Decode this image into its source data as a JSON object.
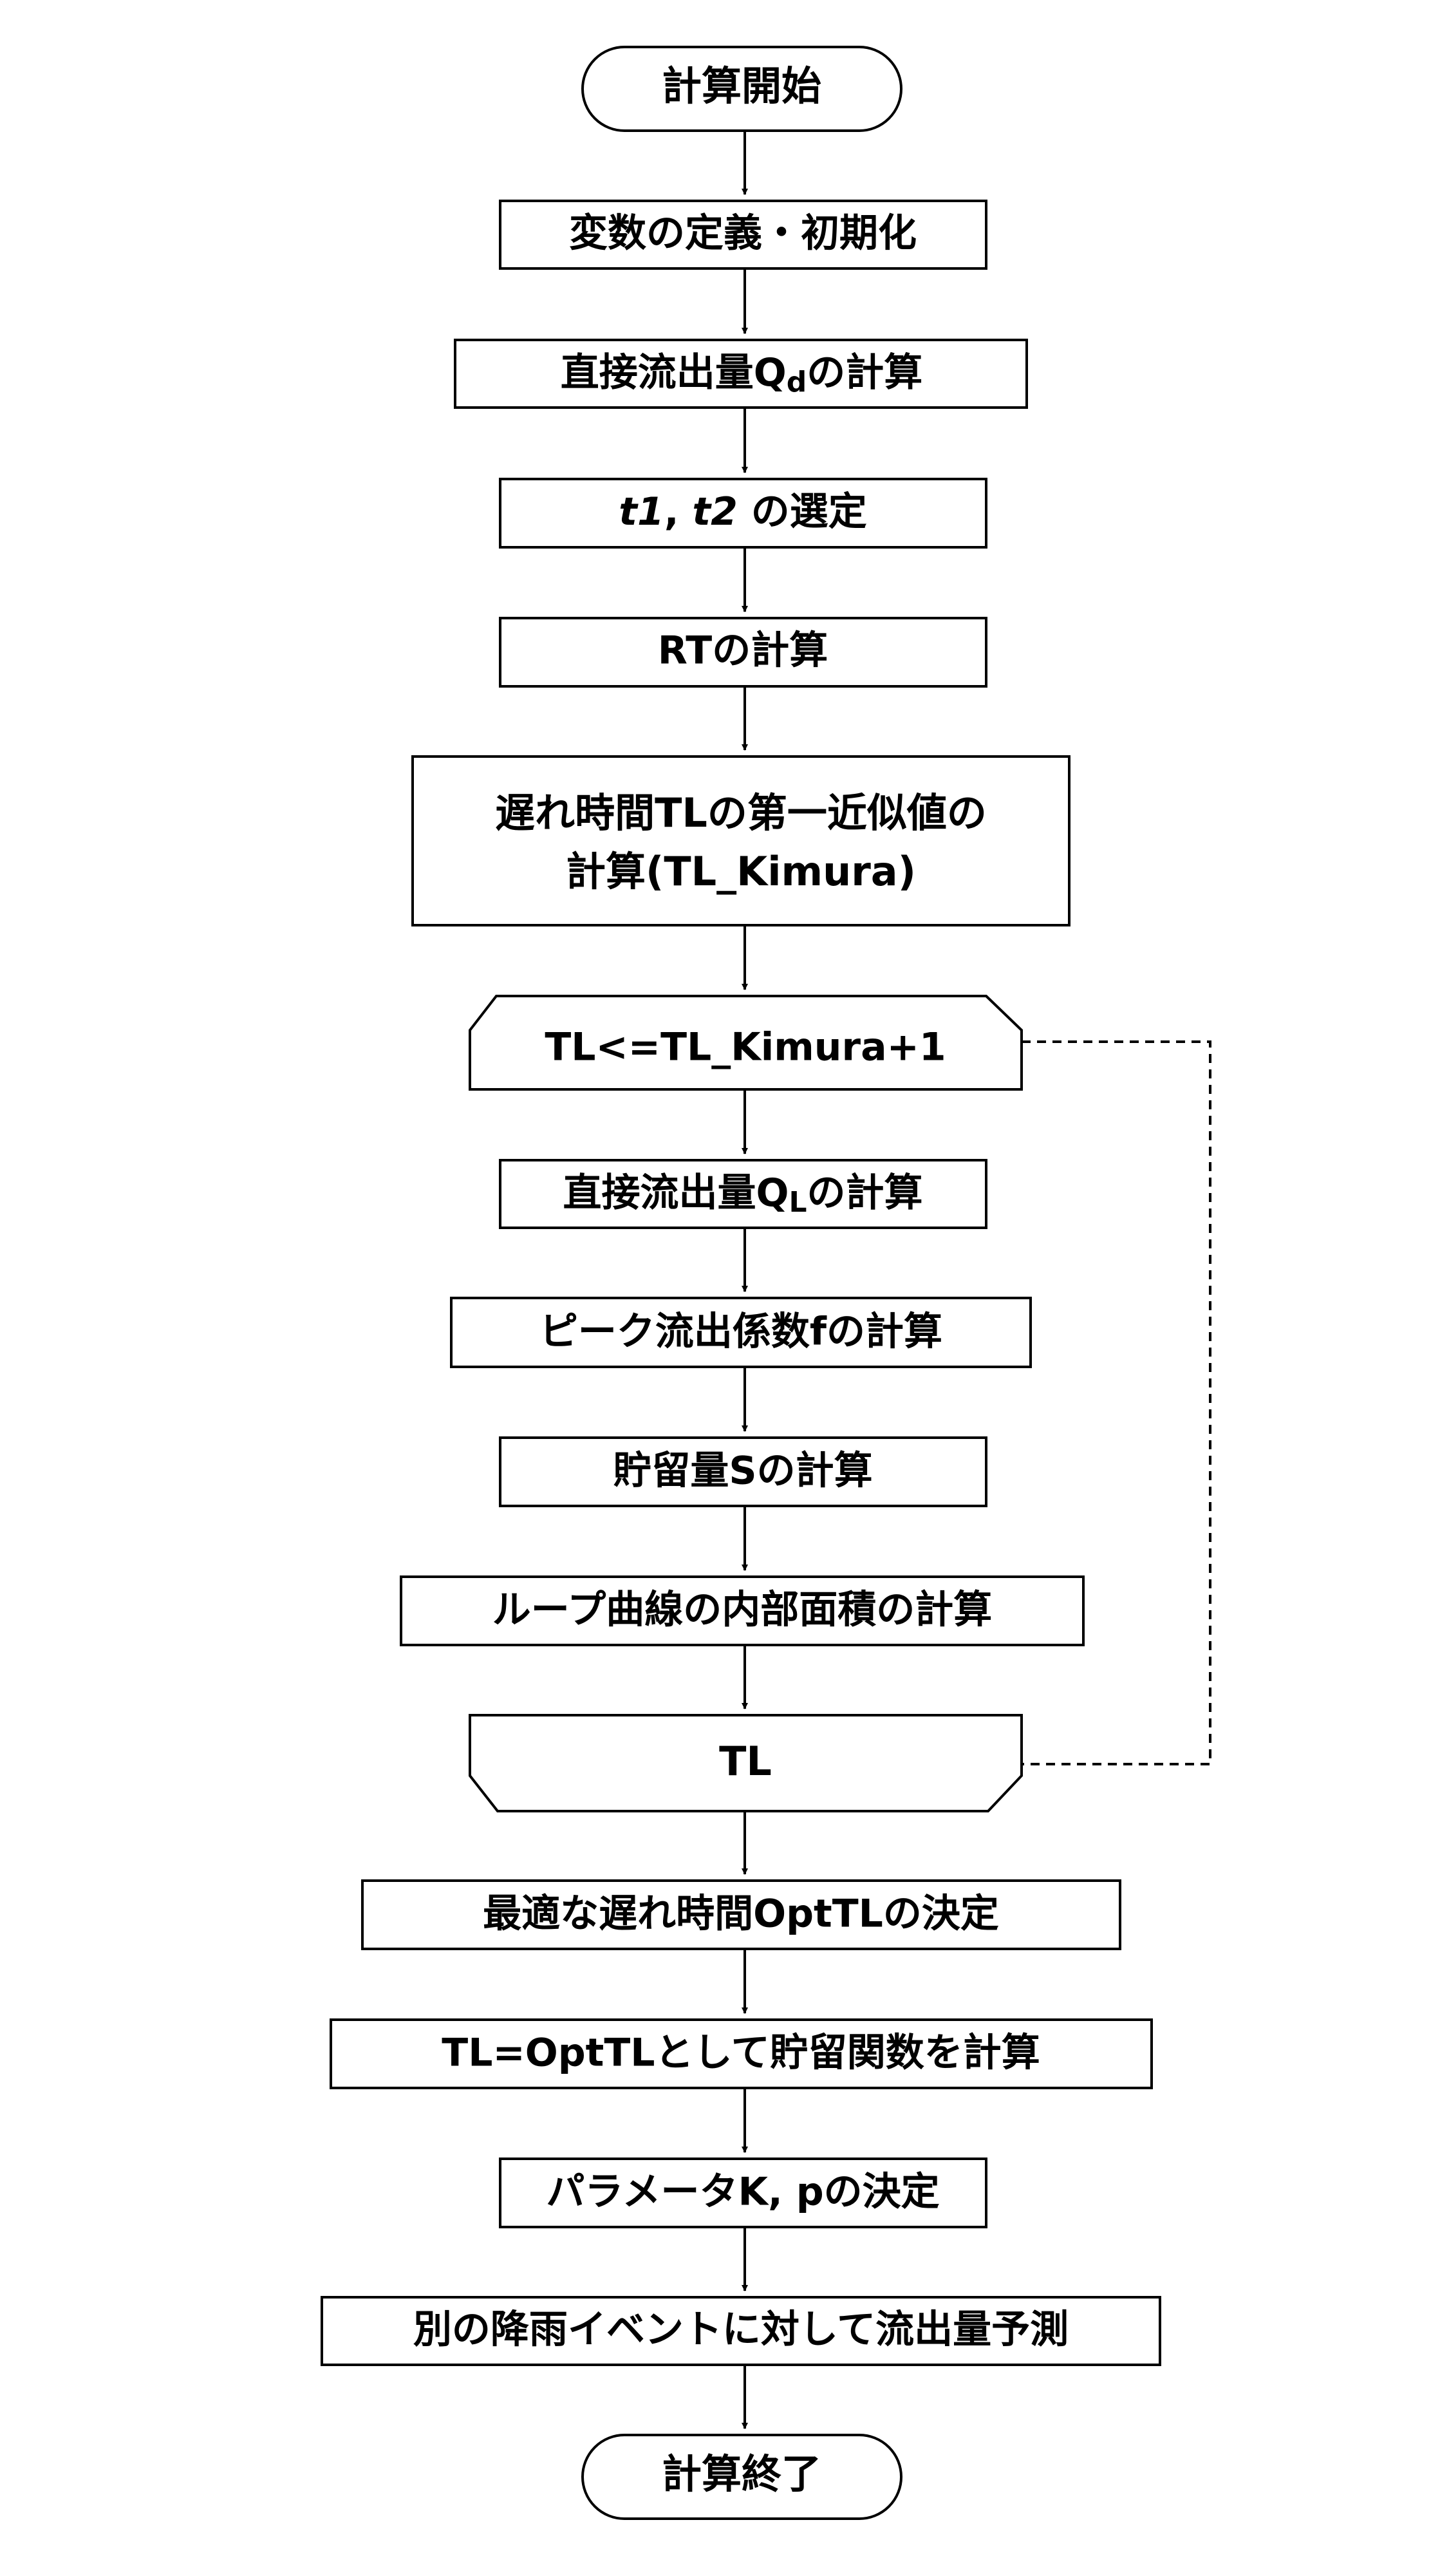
{
  "flowchart": {
    "start": {
      "label": "計算開始"
    },
    "init": {
      "label": "変数の定義・初期化"
    },
    "qd": {
      "label_pre": "直接流出量Q",
      "label_sub": "d",
      "label_post": "の計算"
    },
    "t_select": {
      "t1": "t1",
      "sep": ", ",
      "t2": "t2",
      "post": " の選定"
    },
    "rt": {
      "label": "RTの計算"
    },
    "tl_kimura": {
      "line1": "遅れ時間TLの第一近似値の",
      "line2": "計算(TL_Kimura)"
    },
    "loop_start": {
      "label": "TL<=TL_Kimura+1"
    },
    "ql": {
      "label_pre": "直接流出量Q",
      "label_sub": "L",
      "label_post": "の計算"
    },
    "peak": {
      "label": "ピーク流出係数fの計算"
    },
    "storage": {
      "label": "貯留量Sの計算"
    },
    "loop_area": {
      "label": "ループ曲線の内部面積の計算"
    },
    "loop_end": {
      "label": "TL"
    },
    "opt_tl": {
      "label": "最適な遅れ時間OptTLの決定"
    },
    "storage_func": {
      "label": "TL=OptTLとして貯留関数を計算"
    },
    "params": {
      "label": "パラメータK, pの決定"
    },
    "predict": {
      "label": "別の降雨イベントに対して流出量予測"
    },
    "end": {
      "label": "計算終了"
    }
  }
}
